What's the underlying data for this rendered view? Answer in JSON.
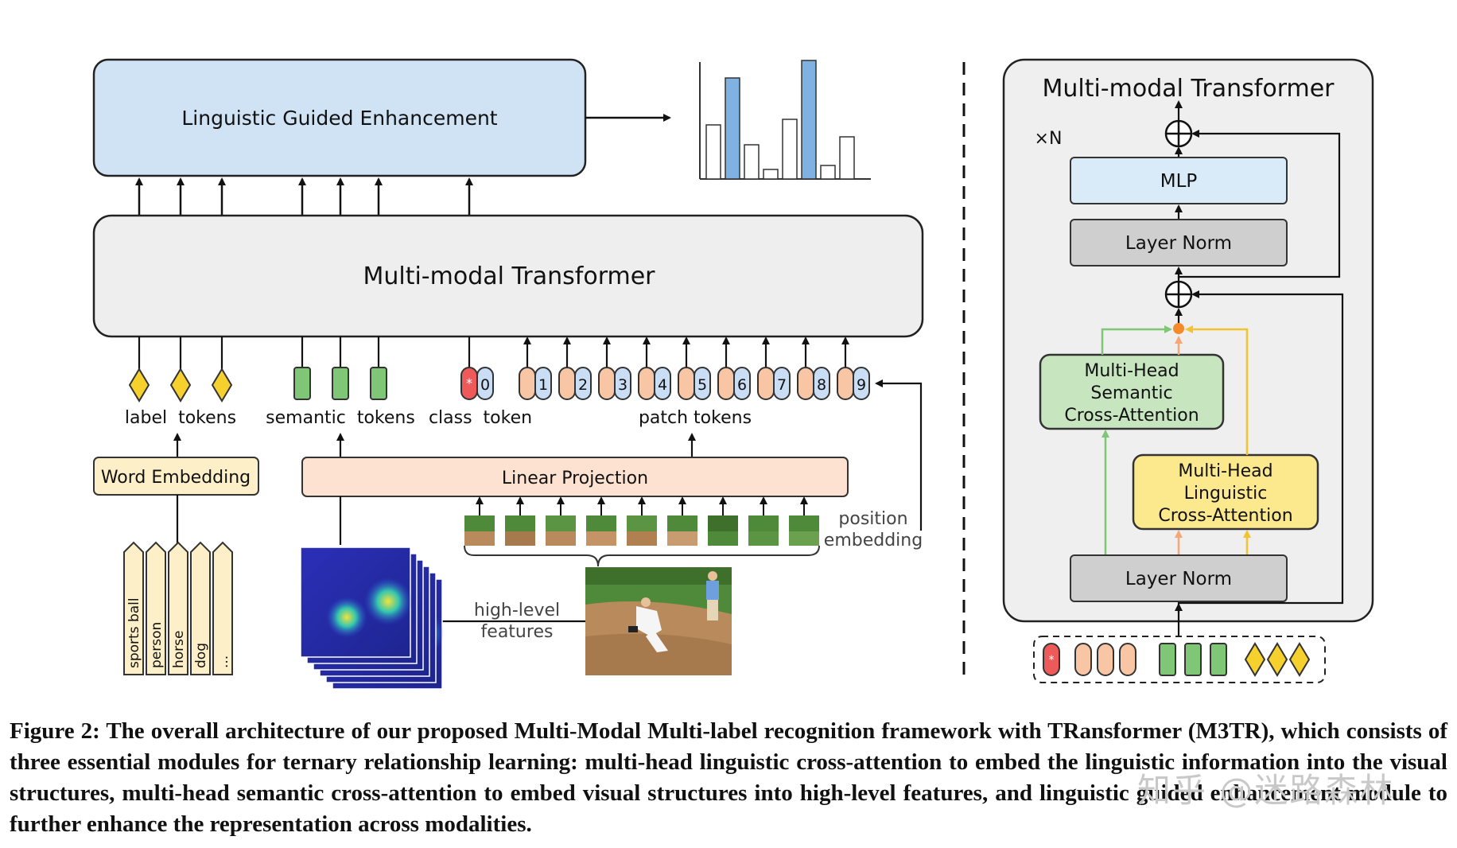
{
  "left": {
    "lge_label": "Linguistic Guided Enhancement",
    "mmt_label": "Multi-modal Transformer",
    "token_groups": {
      "label": "label  tokens",
      "semantic": "semantic  tokens",
      "class": "class  token",
      "patch": "patch tokens"
    },
    "class_token_index": "0",
    "patch_indices": [
      "1",
      "2",
      "3",
      "4",
      "5",
      "6",
      "7",
      "8",
      "9"
    ],
    "word_embedding": "Word Embedding",
    "linear_projection": "Linear Projection",
    "position_embedding": [
      "position",
      "embedding"
    ],
    "label_words": [
      "sports ball",
      "person",
      "horse",
      "dog",
      "..."
    ],
    "high_level": [
      "high-level",
      "features"
    ]
  },
  "right": {
    "title": "Multi-modal Transformer",
    "repeat": "×N",
    "mlp": "MLP",
    "layer_norm_top": "Layer Norm",
    "layer_norm_bottom": "Layer Norm",
    "semantic_attn": [
      "Multi-Head",
      "Semantic",
      "Cross-Attention"
    ],
    "linguistic_attn": [
      "Multi-Head",
      "Linguistic",
      "Cross-Attention"
    ]
  },
  "caption": "Figure 2: The overall architecture of our proposed Multi-Modal Multi-label recognition framework with TRansformer (M3TR), which consists of three essential modules for ternary relationship learning: multi-head linguistic cross-attention to embed the linguistic information into the visual structures, multi-head semantic cross-attention to embed visual structures into high-level features, and linguistic guided enhancement module to further enhance the representation across modalities.",
  "watermark": "知乎 @迷路森林",
  "colors": {
    "lge_fill": "#cfe3f5",
    "mmt_fill": "#eeeeee",
    "word_emb_fill": "#fdf0c8",
    "linear_proj_fill": "#fde2d2",
    "patch_token": "#f8c6a4",
    "position_token": "#c9ddf4",
    "class_token": "#ee5a5a",
    "semantic_token": "#7fc676",
    "label_token": "#f6d12e",
    "semantic_attn_fill": "#c7e6c0",
    "linguistic_attn_fill": "#fce98e",
    "layer_norm_fill": "#cfcfcf",
    "mlp_fill": "#d9eaf8",
    "bar_blue": "#7fb2e0"
  }
}
